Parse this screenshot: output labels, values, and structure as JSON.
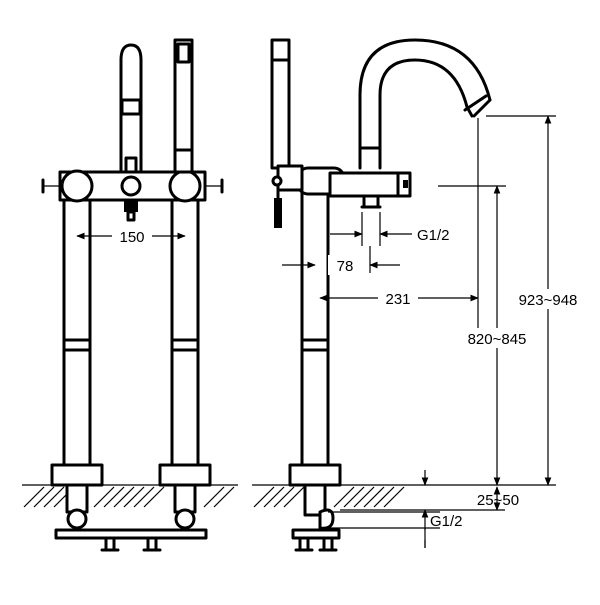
{
  "dimensions": {
    "handle_spacing": "150",
    "inlet_thread_top": "G1/2",
    "offset_78": "78",
    "spout_reach": "231",
    "outlet_height": "820~845",
    "total_height": "923~948",
    "floor_depth": "25~50",
    "inlet_thread_bottom": "G1/2"
  },
  "colors": {
    "line": "#000000",
    "background": "#ffffff"
  }
}
